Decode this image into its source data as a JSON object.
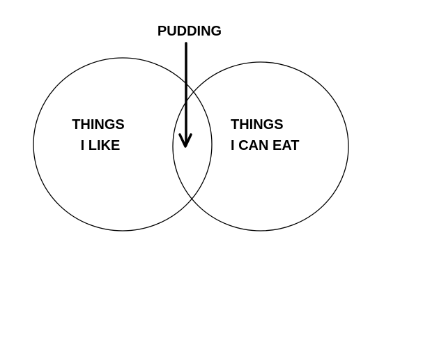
{
  "diagram": {
    "callout": "PUDDING",
    "left_set": {
      "line1": "THINGS",
      "line2": "I LIKE"
    },
    "right_set": {
      "line1": "THINGS",
      "line2": "I CAN EAT"
    }
  },
  "colors": {
    "background": "#ffffff",
    "ink": "#000000"
  }
}
